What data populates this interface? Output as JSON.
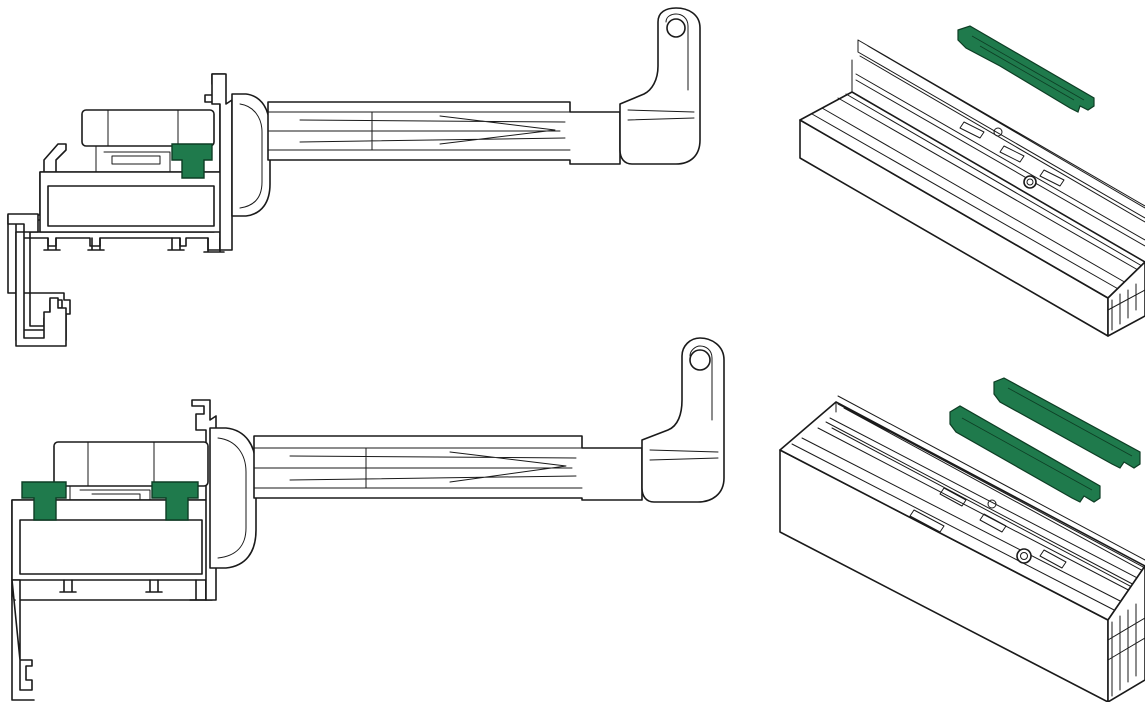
{
  "figure": {
    "variants": [
      {
        "id": "single-insert",
        "insert_count": 1
      },
      {
        "id": "double-insert",
        "insert_count": 2
      }
    ]
  },
  "colors": {
    "line": "#1a1a1a",
    "background": "#ffffff",
    "insert_fill": "#1f7a4c",
    "insert_stroke": "#0d3d24"
  }
}
